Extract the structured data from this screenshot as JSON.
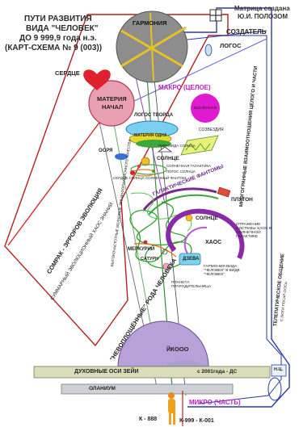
{
  "header": {
    "line1": "ПУТИ РАЗВИТИЯ",
    "line2": "ВИДА \"ЧЕЛОВЕК\"",
    "line3": "ДО 9 999,9 года н.э.",
    "line4": "(КАРТ-СХЕМА № 9 (003))"
  },
  "credit": {
    "line1": "Матрица создана",
    "line2": "Ю.И. ПОЛОЗОМ"
  },
  "labels": {
    "garmoniya": "ГАРМОНИЯ",
    "sozdatel": "СОЗДАТЕЛЬ",
    "logos": "ЛОГОС",
    "serdtse": "СЕРДЦЕ",
    "materiya_1": "МАТЕРИЯ",
    "materiya_2": "НАЧАЛ",
    "makro": "МАКРО (ЦЕЛОЕ)",
    "logos_tvortsa": "ЛОГОС ТВОРЦА",
    "materiya_odna": "МАТЕРИЯ ОДНА",
    "vselennaya": "ВСЕЛЕННАЯ",
    "sozvezdiya": "СОЗВЕЗДИЯ",
    "oors": "ООРЯ",
    "piramida_solntsa": "ПИРАМИДА СОЛНЦА",
    "solntse": "СОЛНЦЕ",
    "solnechnaya_galaktika": "СОЛНЕЧНАЯ ГАЛАКТИКА",
    "logos_solntsa": "ЛОГОС СОЛНЦА",
    "serdtse_solntsa": "СЕРДЦЕ СОЛНЦА",
    "solnechny_fantom": "СОЛНЕЧНЫЙ ФАНТОМ",
    "galakticheskie_fantomy": "ГАЛАКТИЧЕСКИЕ ФАНТОМЫ",
    "pluton": "ПЛУТОН",
    "solntse_2": "СОЛНЦЕ",
    "otrazhenie": "ОТРАЖЕНИЕ СИСТЕМЫ ХАОС В СОЛНЕЧНОЙ ГАЛАКТИКЕ",
    "khaos": "ХАОС",
    "merkuriy": "МЕРКУРИЙ",
    "saturn": "САТУРН",
    "dzeva": "ДЗЕВА",
    "garmoniya_vida": "ГАРМОНИЯ ВИДА \"ЧЕЛОВЕК\" В ВИДЕ \"ЧЕЛОВЕК\"",
    "planeta": "ПЛАНЕТА ПРАРОДИТЕЛЬНИЦА",
    "somrak": "СОМРАК - ЭРРОРОВ ЭВОЛЮЦИЯ",
    "summarny": "СУММАРНЫЙ ЭВОЛЮЦИОННЫЙ ХАОС ЗНАНИЙ",
    "vysokochastotnye": "ВЫСОКОЧАСТОТНЫЕ ВОЛНОВЫЕ ЗВЕ ИНФОРМАЦИОННОГО КАЧЕСТВА",
    "mnogogrannye": "МНОГОГРАННЫЕ ВЗАИМООТНОШЕНИЯ ЦЕЛОГО И ЧАСТИ",
    "telepaticheskoe": "ТЕЛЕПАТИЧЕСКОЕ ОБЩЕНИЕ",
    "telepaticheskoe_2": "С ЛЮТИ ПОСАР-ООСЬ",
    "nevoploshchennye": "\"НЕВОПЛОЩЁННЫЕ\" РОДА ЧЕЛОВЕКА",
    "yikoo": "ЙКООО",
    "dukhovnye": "ДУХОВНЫЕ ОСИ ЗЕЙИ",
    "s_2001": "с 2001года - ДС",
    "planum": "ОЛАНИУМ",
    "nts": "Н.Ц.",
    "mikro": "МИКРО (ЧАСТЬ)",
    "k888": "К - 888",
    "k999": "К-999 - К-001"
  }
}
